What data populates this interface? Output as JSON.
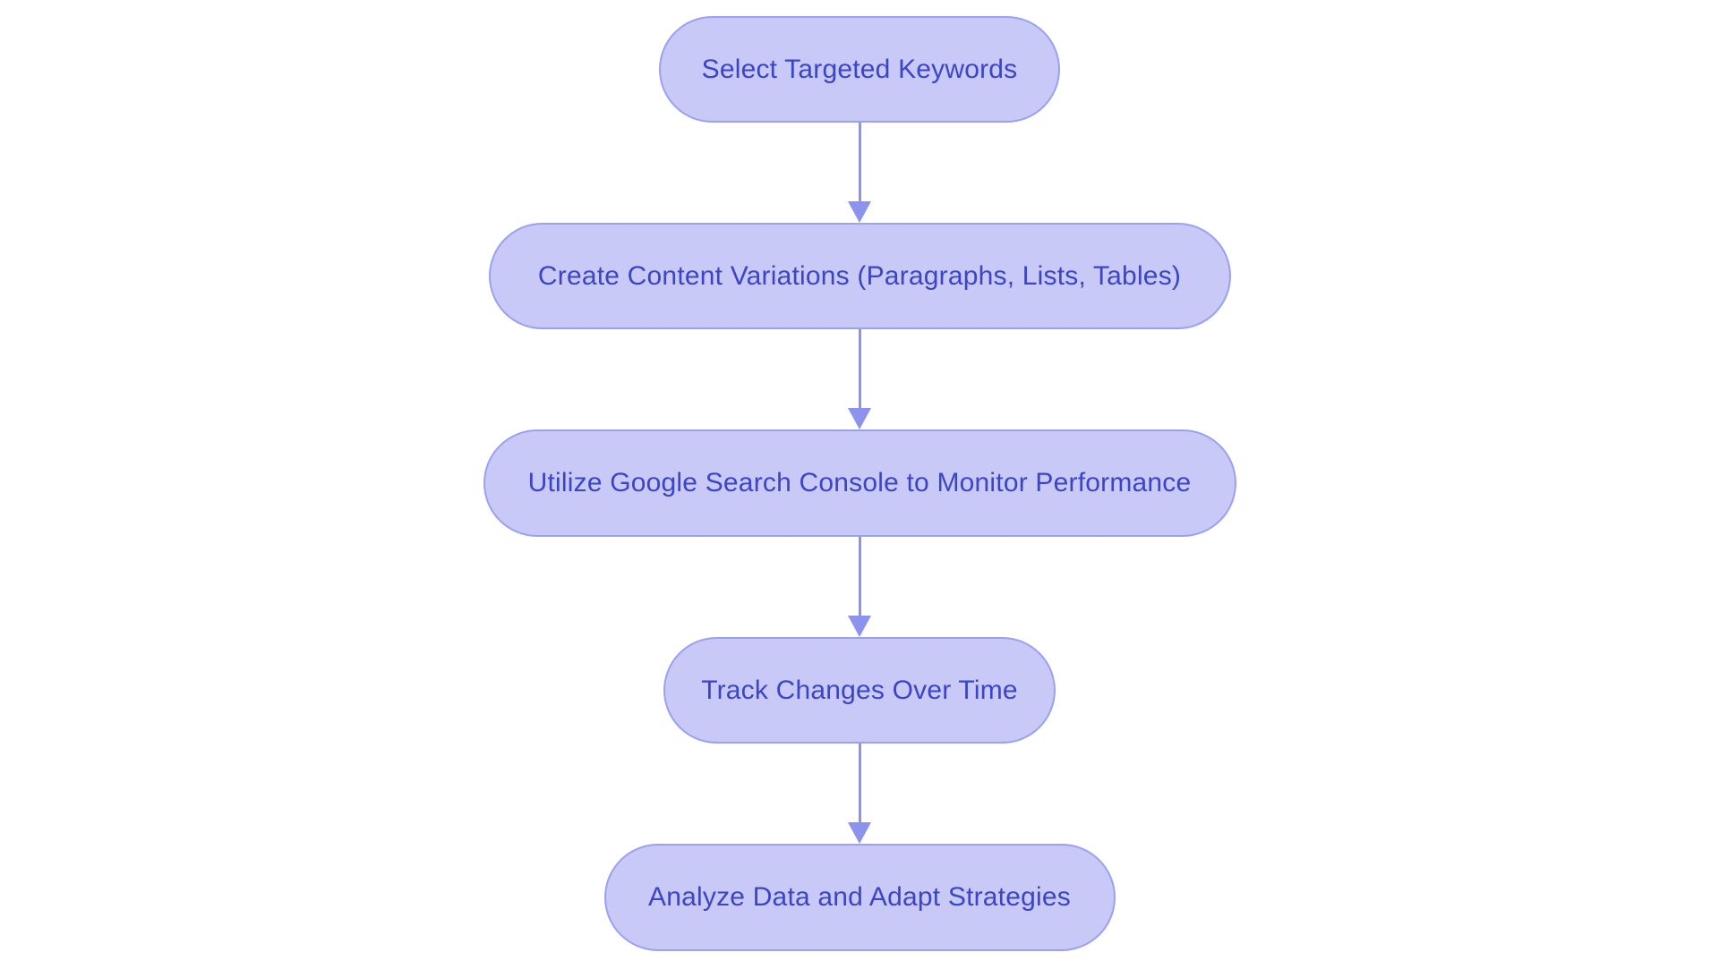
{
  "diagram": {
    "type": "flowchart",
    "direction": "top-down",
    "nodes": [
      {
        "id": "step-1",
        "label": "Select Targeted Keywords"
      },
      {
        "id": "step-2",
        "label": "Create Content Variations (Paragraphs, Lists, Tables)"
      },
      {
        "id": "step-3",
        "label": "Utilize Google Search Console to Monitor Performance"
      },
      {
        "id": "step-4",
        "label": "Track Changes Over Time"
      },
      {
        "id": "step-5",
        "label": "Analyze Data and Adapt Strategies"
      }
    ],
    "edges": [
      {
        "from": "step-1",
        "to": "step-2"
      },
      {
        "from": "step-2",
        "to": "step-3"
      },
      {
        "from": "step-3",
        "to": "step-4"
      },
      {
        "from": "step-4",
        "to": "step-5"
      }
    ]
  },
  "theme": {
    "background": "#ffffff",
    "node_fill": "#c8c9f7",
    "node_border": "#9aa1f0",
    "node_text": "#3b45c5",
    "arrow": "#8b93ee"
  }
}
